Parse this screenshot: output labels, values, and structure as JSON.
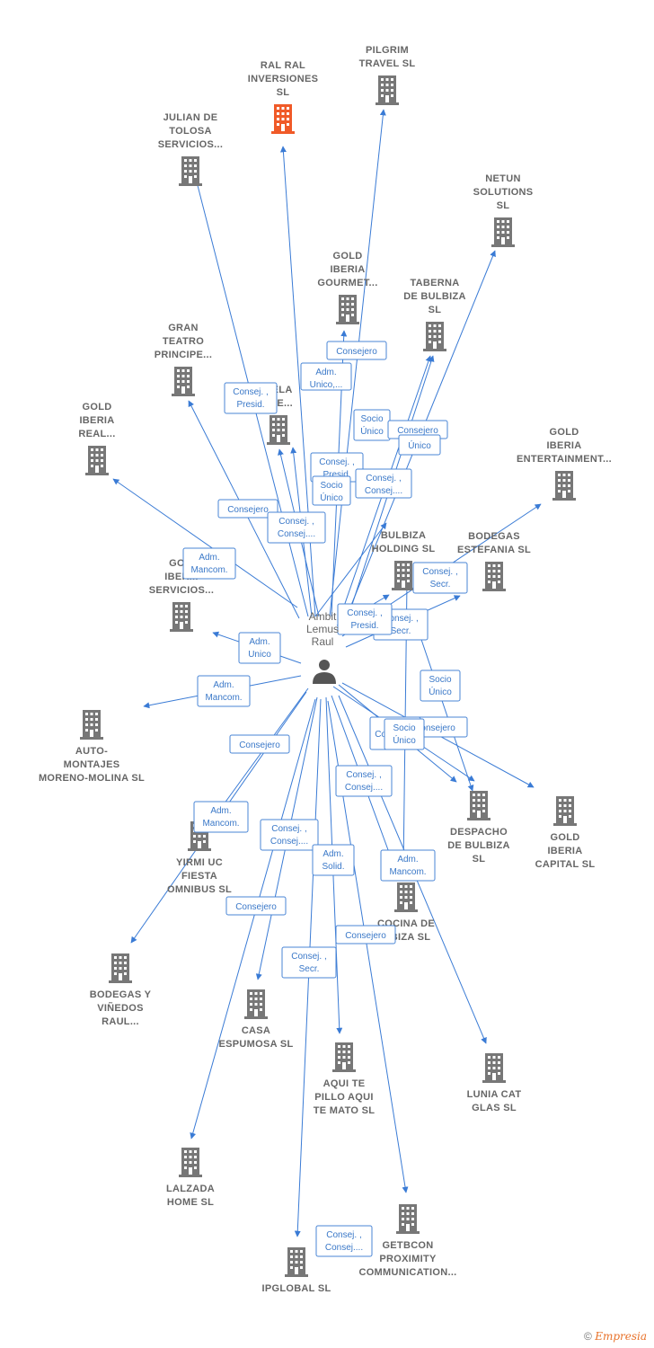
{
  "center": {
    "lines": [
      "Ambit",
      "Lemus",
      "Raul"
    ]
  },
  "companies": [
    {
      "id": "ral",
      "lines": [
        "RAL RAL",
        "INVERSIONES",
        "SL"
      ],
      "highlight": true
    },
    {
      "id": "pilgrim",
      "lines": [
        "PILGRIM",
        "TRAVEL  SL"
      ]
    },
    {
      "id": "julian",
      "lines": [
        "JULIAN DE",
        "TOLOSA",
        "SERVICIOS..."
      ]
    },
    {
      "id": "netun",
      "lines": [
        "NETUN",
        "SOLUTIONS",
        "SL"
      ]
    },
    {
      "id": "gourmet",
      "lines": [
        "GOLD",
        "IBERIA",
        "GOURMET..."
      ]
    },
    {
      "id": "taberna",
      "lines": [
        "TABERNA",
        "DE BULBIZA",
        "SL"
      ]
    },
    {
      "id": "gran",
      "lines": [
        "GRAN",
        "TEATRO",
        "PRINCIPE..."
      ]
    },
    {
      "id": "hela",
      "lines": [
        "HELA",
        "..EE..."
      ]
    },
    {
      "id": "real",
      "lines": [
        "GOLD",
        "IBERIA",
        "REAL..."
      ]
    },
    {
      "id": "entertainment",
      "lines": [
        "GOLD",
        "IBERIA",
        "ENTERTAINMENT..."
      ]
    },
    {
      "id": "bulbiza",
      "lines": [
        "BULBIZA",
        "HOLDING  SL"
      ]
    },
    {
      "id": "estefania",
      "lines": [
        "BODEGAS",
        "ESTEFANIA SL"
      ]
    },
    {
      "id": "servicios",
      "lines": [
        "GO...",
        "IBER...",
        "SERVICIOS..."
      ]
    },
    {
      "id": "automontajes",
      "lines": [
        "AUTO-",
        "MONTAJES",
        "MORENO-MOLINA SL"
      ]
    },
    {
      "id": "despacho",
      "lines": [
        "DESPACHO",
        "DE BULBIZA",
        "SL"
      ]
    },
    {
      "id": "capital",
      "lines": [
        "GOLD",
        "IBERIA",
        "CAPITAL  SL"
      ]
    },
    {
      "id": "yirmi",
      "lines": [
        "YIRMI UC",
        "FIESTA",
        "OMNIBUS  SL"
      ]
    },
    {
      "id": "cocina",
      "lines": [
        "COCINA DE",
        "...BIZA  SL"
      ]
    },
    {
      "id": "vinedos",
      "lines": [
        "BODEGAS Y",
        "VIÑEDOS",
        "RAUL..."
      ]
    },
    {
      "id": "espumosa",
      "lines": [
        "CASA",
        "ESPUMOSA  SL"
      ]
    },
    {
      "id": "aqui",
      "lines": [
        "AQUI TE",
        "PILLO AQUI",
        "TE MATO SL"
      ]
    },
    {
      "id": "lunia",
      "lines": [
        "LUNIA CAT",
        "GLAS SL"
      ]
    },
    {
      "id": "lalzada",
      "lines": [
        "LALZADA",
        "HOME  SL"
      ]
    },
    {
      "id": "getbcon",
      "lines": [
        "GETBCON",
        "PROXIMITY",
        "COMMUNICATION..."
      ]
    },
    {
      "id": "ipglobal",
      "lines": [
        "IPGLOBAL SL"
      ]
    }
  ],
  "relations": [
    {
      "id": "r1",
      "lines": [
        "Adm.",
        "Unico,..."
      ]
    },
    {
      "id": "r2",
      "lines": [
        "Consej. ,",
        "Presid."
      ]
    },
    {
      "id": "r3",
      "lines": [
        "Consejero"
      ]
    },
    {
      "id": "r4",
      "lines": [
        "Socio",
        "Único"
      ]
    },
    {
      "id": "r5",
      "lines": [
        "Consejero"
      ]
    },
    {
      "id": "r6",
      "lines": [
        "Único"
      ]
    },
    {
      "id": "r7",
      "lines": [
        "Consej. ,",
        "Presid."
      ]
    },
    {
      "id": "r8",
      "lines": [
        "Consej. ,",
        "Consej...."
      ]
    },
    {
      "id": "r9",
      "lines": [
        "Socio",
        "Único"
      ]
    },
    {
      "id": "r10",
      "lines": [
        "Consejero"
      ]
    },
    {
      "id": "r11",
      "lines": [
        "Consej. ,",
        "Consej...."
      ]
    },
    {
      "id": "r12",
      "lines": [
        "Adm.",
        "Mancom."
      ]
    },
    {
      "id": "r13",
      "lines": [
        "Consej. ,",
        "Secr."
      ]
    },
    {
      "id": "r14",
      "lines": [
        "Consej. ,",
        "Secr."
      ]
    },
    {
      "id": "r15",
      "lines": [
        "Consej. ,",
        "Presid."
      ]
    },
    {
      "id": "r16",
      "lines": [
        "Adm.",
        "Unico"
      ]
    },
    {
      "id": "r17",
      "lines": [
        "Adm.",
        "Mancom."
      ]
    },
    {
      "id": "r18",
      "lines": [
        "Socio",
        "Único"
      ]
    },
    {
      "id": "r19",
      "lines": [
        "Consejero"
      ]
    },
    {
      "id": "r20",
      "lines": [
        "Consejero"
      ]
    },
    {
      "id": "r21",
      "lines": [
        "Consejero"
      ]
    },
    {
      "id": "r22",
      "lines": [
        "Socio",
        "Único"
      ]
    },
    {
      "id": "r23",
      "lines": [
        "Consej. ,",
        "Consej...."
      ]
    },
    {
      "id": "r24",
      "lines": [
        "Adm.",
        "Mancom."
      ]
    },
    {
      "id": "r25",
      "lines": [
        "Consej. ,",
        "Consej...."
      ]
    },
    {
      "id": "r26",
      "lines": [
        "Adm.",
        "Solid."
      ]
    },
    {
      "id": "r27",
      "lines": [
        "Adm.",
        "Mancom."
      ]
    },
    {
      "id": "r28",
      "lines": [
        "Consejero"
      ]
    },
    {
      "id": "r29",
      "lines": [
        "Consejero"
      ]
    },
    {
      "id": "r30",
      "lines": [
        "Consej. ,",
        "Secr."
      ]
    },
    {
      "id": "r31",
      "lines": [
        "Consej. ,",
        "Consej...."
      ]
    }
  ],
  "colors": {
    "edge": "#3a7bd5",
    "building": "#777777",
    "highlight": "#f05a28",
    "person": "#555555"
  },
  "copyright": {
    "symbol": "©",
    "brand": "Empresia"
  }
}
